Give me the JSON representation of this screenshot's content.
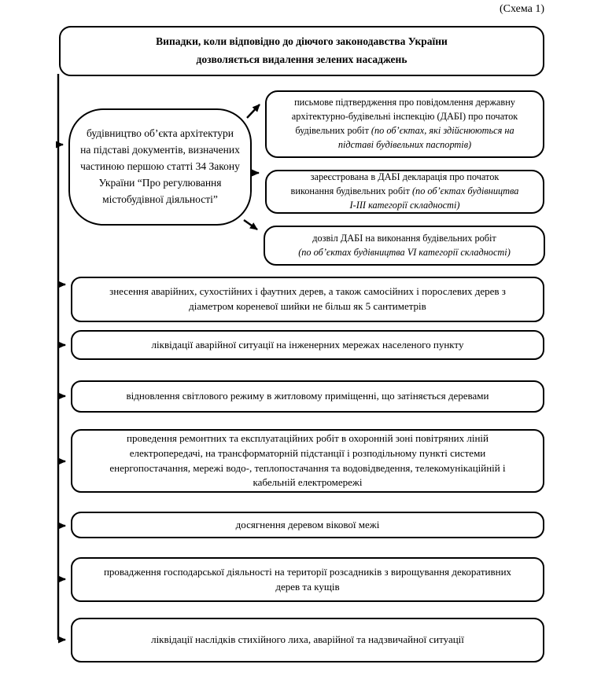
{
  "colors": {
    "ink": "#000000",
    "background": "#ffffff"
  },
  "scheme_label": "(Схема 1)",
  "title_box": {
    "line1": "Випадки, коли відповідно до діючого законодавства України",
    "line2": "дозволяється видалення зелених насаджень"
  },
  "construction": {
    "main_text": "будівництво об’єкта архітектури на підставі документів, визначених частиною першою статті  34 Закону України “Про регулювання містобудівної діяльності”",
    "permits": [
      {
        "text": "письмове підтвердження про повідомлення державну архітектурно-будівельні інспекцію (ДАБІ) про початок будівельних робіт",
        "note": "(по об’єктах, які здійснюються на підставі будівельних паспортів)"
      },
      {
        "text": "зареєстрована в ДАБІ декларація про початок виконання будівельних робіт",
        "note": "(по об’єктах будівництва I-III категорії складності)"
      },
      {
        "text": "дозвіл ДАБІ на виконання будівельних робіт",
        "note": "(по об’єктах будівництва VI категорії складності)"
      }
    ]
  },
  "cases": [
    "знесення аварійних, сухостійних і фаутних дерев, а також самосійних і порослевих дерев з діаметром кореневої шийки не більш як 5 сантиметрів",
    "ліквідації аварійної ситуації на інженерних мережах населеного пункту",
    "відновлення світлового режиму в житловому приміщенні, що затіняється деревами",
    "проведення ремонтних та експлуатаційних робіт в охоронній зоні повітряних ліній електропередачі, на трансформаторній підстанції і розподільному пункті системи енергопостачання, мережі водо-, теплопостачання та водовідведення, телекомунікаційній і кабельній електромережі",
    "досягнення деревом вікової межі",
    "провадження господарської діяльності на території розсадників з вирощування декоративних дерев та кущів",
    "ліквідації наслідків стихійного лиха, аварійної та надзвичайної ситуації"
  ]
}
